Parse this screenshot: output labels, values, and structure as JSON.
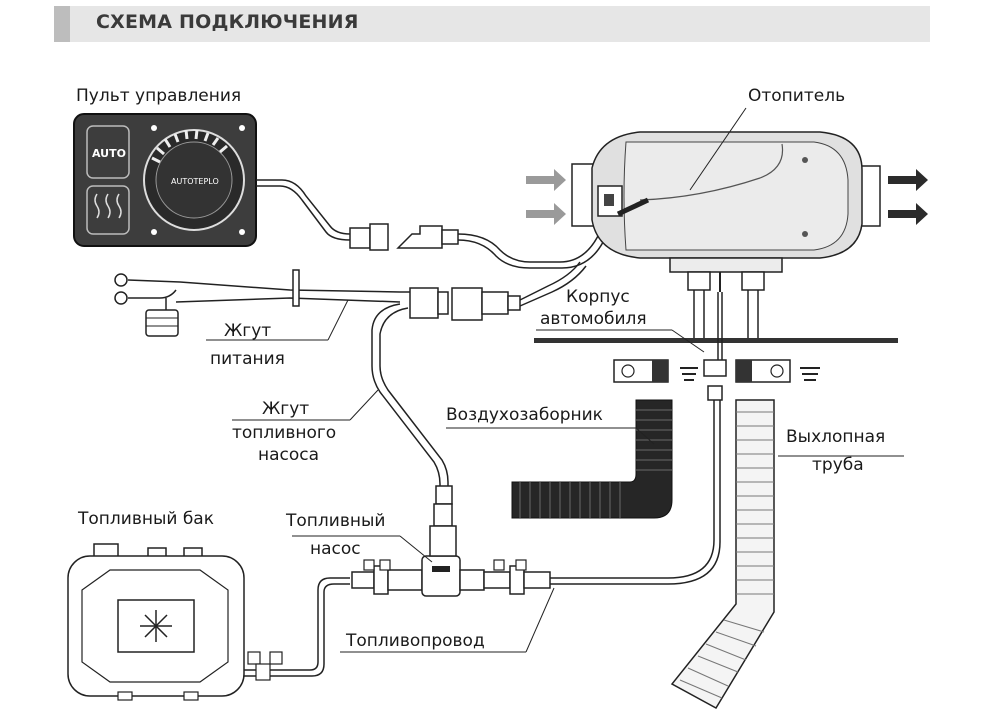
{
  "header": {
    "title": "СХЕМА ПОДКЛЮЧЕНИЯ"
  },
  "labels": {
    "control_panel": "Пульт управления",
    "heater": "Отопитель",
    "body_line1": "Корпус",
    "body_line2": "автомобиля",
    "power_harness_line1": "Жгут",
    "power_harness_line2": "питания",
    "pump_harness_line1": "Жгут",
    "pump_harness_line2": "топливного",
    "pump_harness_line3": "насоса",
    "air_intake": "Воздухозаборник",
    "exhaust_line1": "Выхлопная",
    "exhaust_line2": "труба",
    "fuel_tank": "Топливный бак",
    "fuel_pump_line1": "Топливный",
    "fuel_pump_line2": "насос",
    "fuel_line": "Топливопровод"
  },
  "panel": {
    "auto_label": "AUTO",
    "brand": "AUTOTEPLO"
  },
  "colors": {
    "header_bg": "#e6e6e6",
    "header_accent": "#bdbdbd",
    "panel": "#3a3a3a",
    "heater_body": "#e0e0e0",
    "air_arrow": "#9a9a9a",
    "hot_arrow": "#2b2b2b"
  }
}
